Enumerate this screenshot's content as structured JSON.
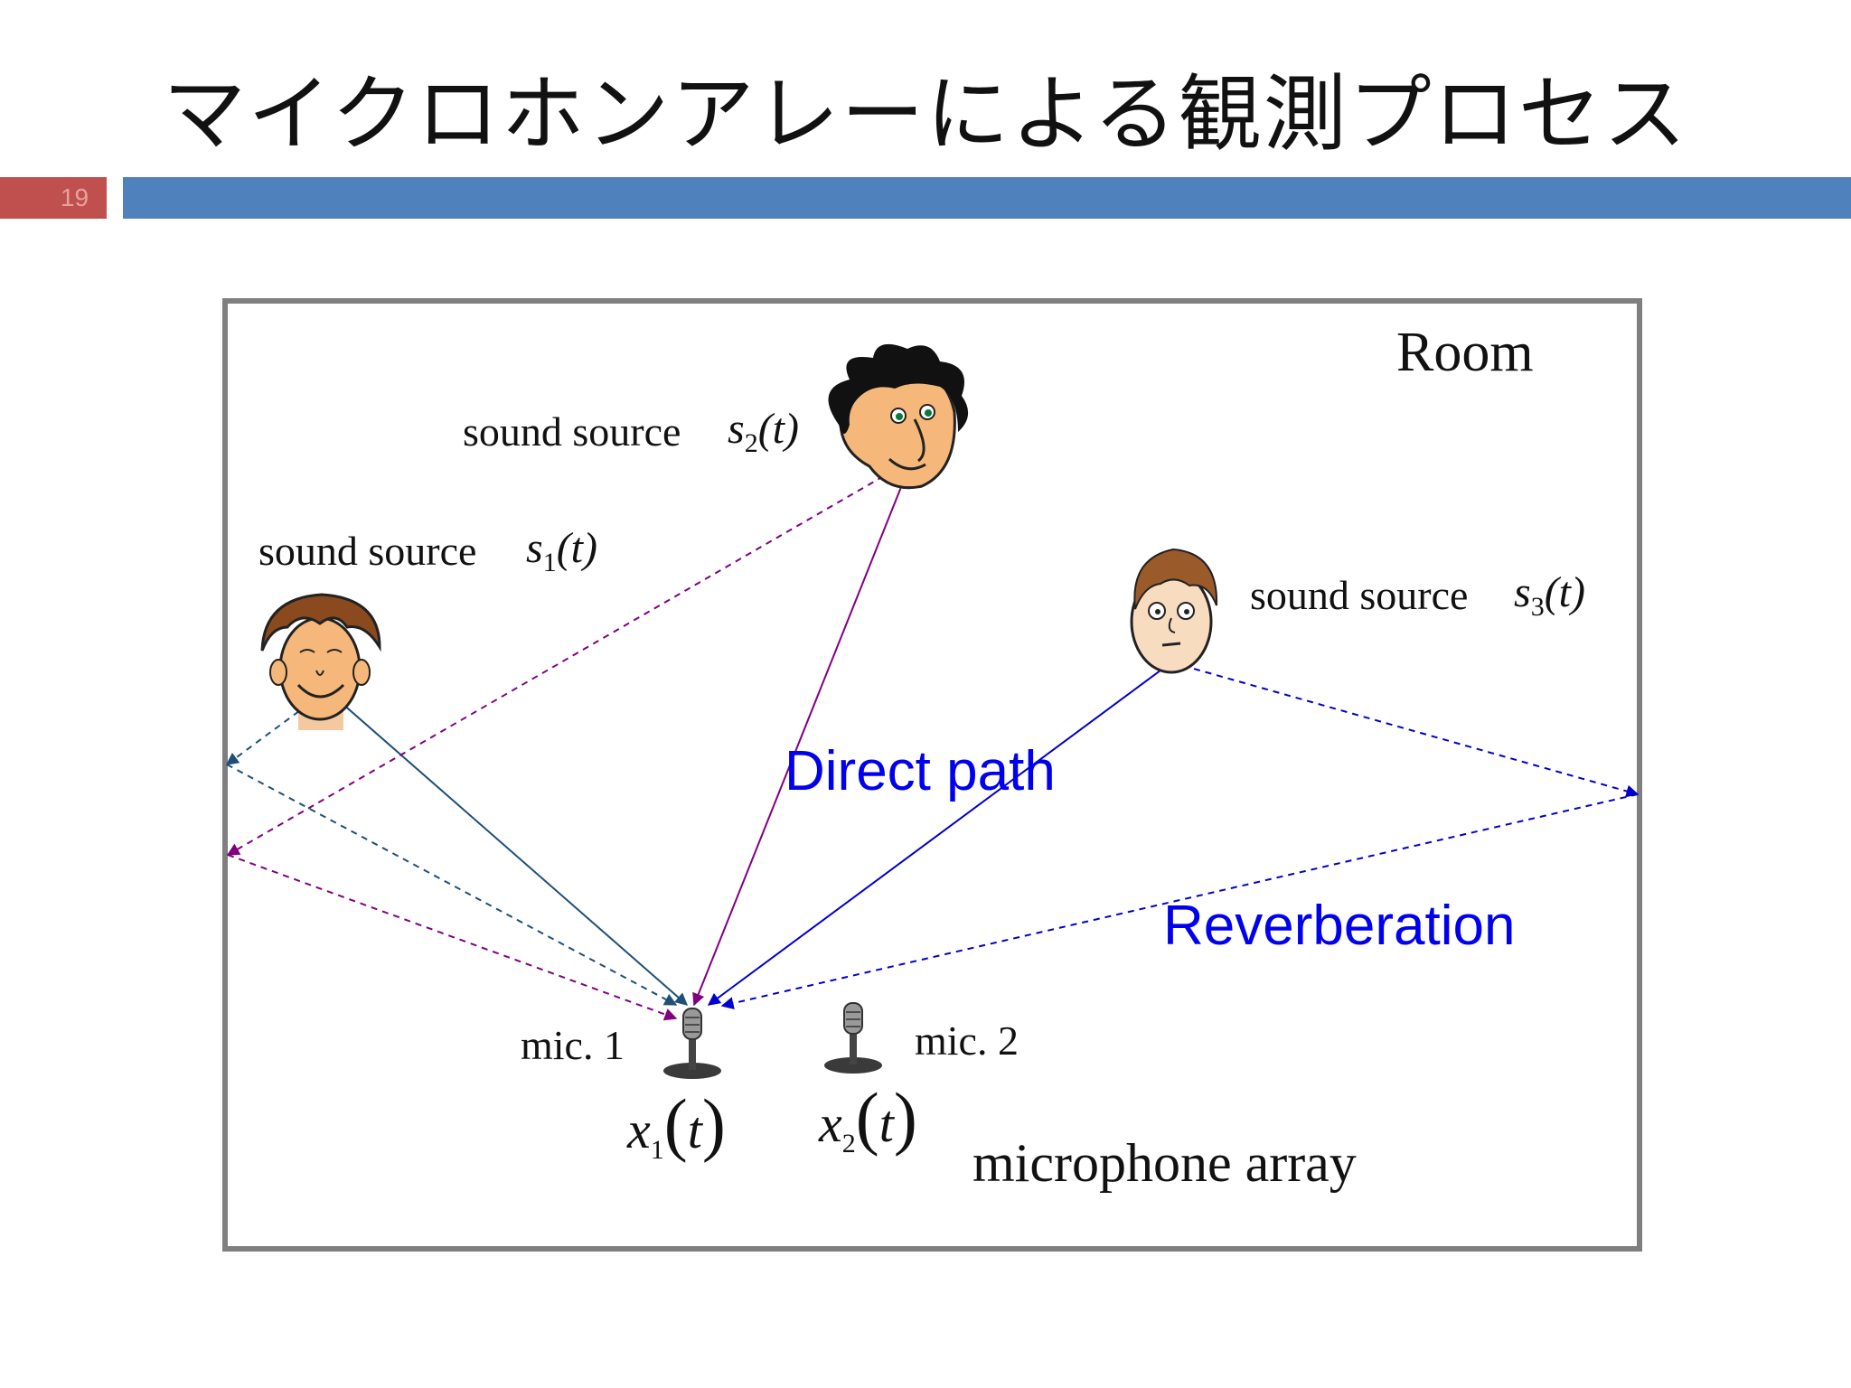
{
  "slide": {
    "title": "マイクロホンアレーによる観測プロセス",
    "number": "19"
  },
  "diagram": {
    "room_label": "Room",
    "sources": [
      {
        "id": "s1",
        "label": "sound source",
        "symbol": "s",
        "subscript": "1",
        "arg": "(t)"
      },
      {
        "id": "s2",
        "label": "sound source",
        "symbol": "s",
        "subscript": "2",
        "arg": "(t)"
      },
      {
        "id": "s3",
        "label": "sound source",
        "symbol": "s",
        "subscript": "3",
        "arg": "(t)"
      }
    ],
    "mics": [
      {
        "id": "mic1",
        "label": "mic. 1",
        "symbol": "x",
        "subscript": "1",
        "arg": "t"
      },
      {
        "id": "mic2",
        "label": "mic. 2",
        "symbol": "x",
        "subscript": "2",
        "arg": "t"
      }
    ],
    "direct_path_label": "Direct path",
    "reverberation_label": "Reverberation",
    "array_label": "microphone array"
  },
  "colors": {
    "title_bar": "#4f81bd",
    "number_box": "#c0504d",
    "room_border": "#7f7f7f",
    "label_blue": "#0000ee",
    "path_s1": "#1f4e79",
    "path_s2": "#800080",
    "path_s3": "#0000cc"
  }
}
